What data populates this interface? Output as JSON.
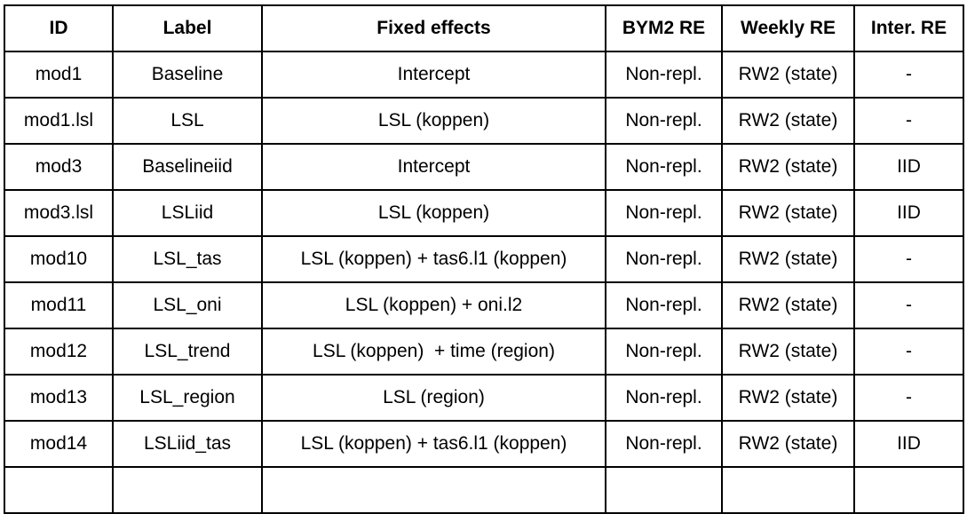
{
  "table": {
    "headers": [
      "ID",
      "Label",
      "Fixed effects",
      "BYM2 RE",
      "Weekly RE",
      "Inter. RE"
    ],
    "rows": [
      [
        "mod1",
        "Baseline",
        "Intercept",
        "Non-repl.",
        "RW2 (state)",
        "-"
      ],
      [
        "mod1.lsl",
        "LSL",
        "LSL (koppen)",
        "Non-repl.",
        "RW2 (state)",
        "-"
      ],
      [
        "mod3",
        "Baselineiid",
        "Intercept",
        "Non-repl.",
        "RW2 (state)",
        "IID"
      ],
      [
        "mod3.lsl",
        "LSLiid",
        "LSL (koppen)",
        "Non-repl.",
        "RW2 (state)",
        "IID"
      ],
      [
        "mod10",
        "LSL_tas",
        "LSL (koppen) + tas6.l1 (koppen)",
        "Non-repl.",
        "RW2 (state)",
        "-"
      ],
      [
        "mod11",
        "LSL_oni",
        "LSL (koppen) + oni.l2",
        "Non-repl.",
        "RW2 (state)",
        "-"
      ],
      [
        "mod12",
        "LSL_trend",
        "LSL (koppen)  + time (region)",
        "Non-repl.",
        "RW2 (state)",
        "-"
      ],
      [
        "mod13",
        "LSL_region",
        "LSL (region)",
        "Non-repl.",
        "RW2 (state)",
        "-"
      ],
      [
        "mod14",
        "LSLiid_tas",
        "LSL (koppen) + tas6.l1 (koppen)",
        "Non-repl.",
        "RW2 (state)",
        "IID"
      ],
      [
        "",
        "",
        "",
        "",
        "",
        ""
      ]
    ]
  }
}
